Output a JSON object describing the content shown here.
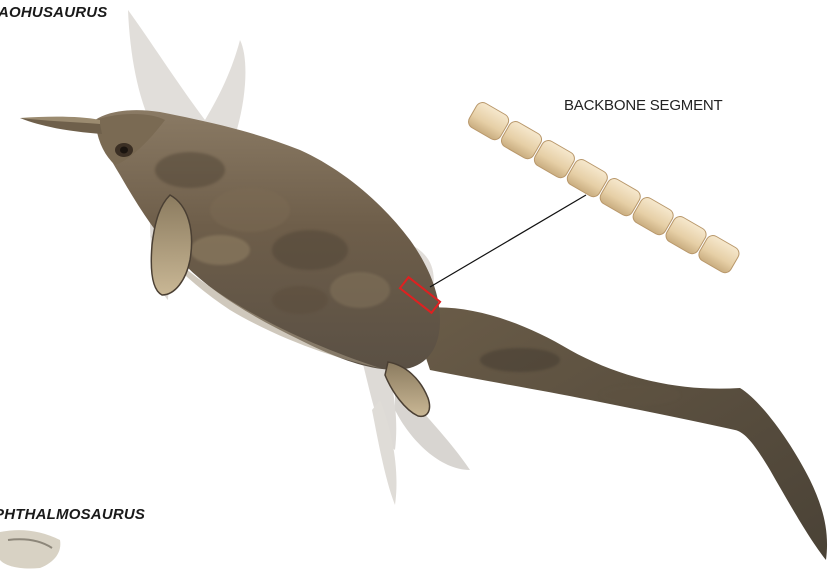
{
  "labels": {
    "top_species": "AOHUSAURUS",
    "bottom_species": "PHTHALMOSAURUS",
    "callout": "BACKBONE SEGMENT"
  },
  "colors": {
    "callout_box": "#e02020",
    "leader_line": "#111111",
    "vertebra_fill": "#e9d3ac",
    "body_dark": "#5f5140",
    "ghost": "#d6d2cd"
  }
}
